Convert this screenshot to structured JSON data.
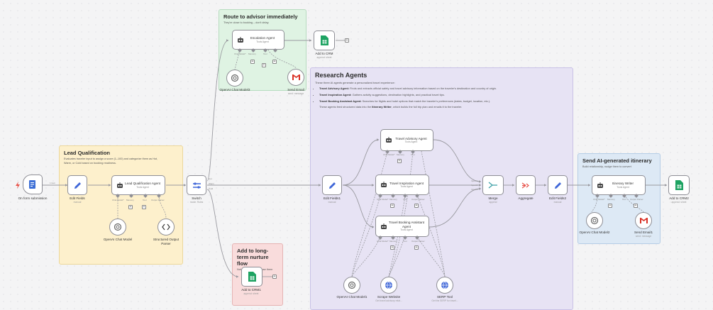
{
  "stickies": {
    "route": {
      "title": "Route to advisor immediately",
      "text": "They're close to booking – don't delay."
    },
    "research": {
      "title": "Research Agents",
      "intro": "These three AI agents generate a personalized travel experience:",
      "b1_head": "Travel Advisory Agent:",
      "b1": " Finds and extracts official safety and travel advisory information based on the traveler's destination and country of origin.",
      "b2_head": "Travel Inspiration Agent:",
      "b2": " Gathers activity suggestions, destination highlights, and practical travel tips.",
      "b3_head": "Travel Booking Assistant Agent:",
      "b3": " Searches for flights and hotel options that match the traveler's preferences (dates, budget, location, etc.).",
      "outro_a": "These agents feed structured data into the ",
      "outro_b": "Itinerary Writer",
      "outro_c": ", which builds the full trip plan and emails it to the traveler."
    },
    "lead": {
      "title": "Lead Qualification",
      "text": "Evaluates traveler input to assign a score (1–100) and categorize them as Hot, Warm, or Cold based on booking readiness."
    },
    "nurture": {
      "title": "Add to long-term nurture flow",
      "text": "Not ready, but don't lose them"
    },
    "send": {
      "title": "Send AI-generated itinerary",
      "text": "Build relationship, nudge them to convert"
    }
  },
  "nodes": {
    "trigger": {
      "label": "On form submission"
    },
    "edit1": {
      "label": "Edit Fields",
      "sub": "manual"
    },
    "lqa": {
      "title": "Lead Qualification Agent",
      "sub": "Tools Agent"
    },
    "openai1": {
      "label": "OpenAI Chat Model"
    },
    "parser": {
      "label": "Structured Output Parser"
    },
    "switch": {
      "label": "Switch",
      "sub": "mode: Rules"
    },
    "escalation": {
      "title": "Escalation Agent",
      "sub": "Tools Agent"
    },
    "openai3": {
      "label": "OpenAI Chat Model3"
    },
    "sendemail": {
      "label": "Send Email",
      "sub": "send: message"
    },
    "crm": {
      "label": "Add to CRM",
      "sub": "append: sheet"
    },
    "crm1": {
      "label": "Add to CRM1",
      "sub": "append: sheet"
    },
    "edit2": {
      "label": "Edit Fields1",
      "sub": "manual"
    },
    "advisory": {
      "title": "Travel Advisory Agent",
      "sub": "Tools Agent"
    },
    "inspiration": {
      "title": "Travel Inspiration Agent",
      "sub": "Tools Agent"
    },
    "booking": {
      "title": "Travel Booking Assistant Agent",
      "sub": "Tools Agent"
    },
    "openai4": {
      "label": "OpenAI Chat Model1"
    },
    "scrape": {
      "label": "Scrape Website",
      "sub": "Get travel advisory relat..."
    },
    "serp": {
      "label": "SERP Tool",
      "sub": "Get the SERP for travel..."
    },
    "merge": {
      "label": "Merge",
      "sub": "append"
    },
    "aggregate": {
      "label": "Aggregate"
    },
    "edit3": {
      "label": "Edit Fields2",
      "sub": "manual"
    },
    "writer": {
      "title": "Itinerary Writer",
      "sub": "Tools Agent"
    },
    "openai2": {
      "label": "OpenAI Chat Model2"
    },
    "sendemail1": {
      "label": "Send Email1",
      "sub": "send: message"
    },
    "crm2": {
      "label": "Add to CRM2",
      "sub": "append: sheet"
    }
  },
  "edge_labels": {
    "items": "1 item",
    "hot": "Hot",
    "warm": "Warm",
    "cold": "Cold",
    "chat_model": "Chat Model*",
    "memory": "Memory",
    "tool": "Tool",
    "output_parser": "Output Parser",
    "input1": "Input 1",
    "input2": "Input 2",
    "input3": "Input 3"
  },
  "colors": {
    "route": "#dff3e3",
    "research": "#e7e3f4",
    "lead": "#fdf0cc",
    "nurture": "#f9dcdc",
    "send": "#dde9f5",
    "edge": "#9a9aa0",
    "sheets_green": "#1ea362",
    "edit_blue": "#3f66d8",
    "trigger_red": "#e8534a"
  }
}
